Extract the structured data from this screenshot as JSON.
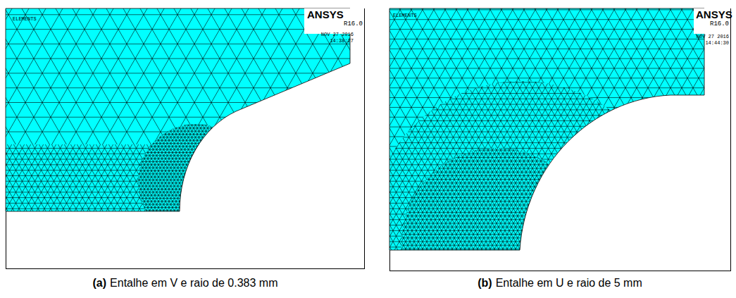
{
  "diagram": {
    "labels": [
      "ELEMENTS",
      "ANSYS",
      "R16.0",
      "NOV 27 2016",
      "14:38:27",
      "(a)",
      "Entalhe em V e raio de 0.383 mm",
      "ELEMENTS",
      "ANSYS",
      "R16.0",
      "NOV 27 2016",
      "14:44:30",
      "(b)",
      "Entalhe em U e raio de 5 mm"
    ]
  }
}
